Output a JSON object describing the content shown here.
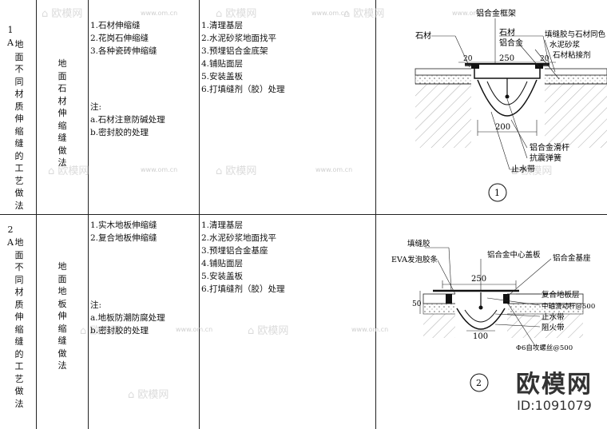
{
  "section_1": {
    "code": "1A",
    "title": "地面不同材质伸缩缝的工艺做法",
    "name": "地面石材伸缩缝做法",
    "materials": [
      "1.石材伸缩缝",
      "2.花岗石伸缩缝",
      "3.各种瓷砖伸缩缝"
    ],
    "notes_label": "注:",
    "notes": [
      "a.石材注意防碱处理",
      "b.密封胶的处理"
    ],
    "steps": [
      "1.清理基层",
      "2.水泥砂浆地面找平",
      "3.预埋铝合金底架",
      "4.铺贴面层",
      "5.安装盖板",
      "6.打填缝剂（胶）处理"
    ],
    "drawing": {
      "labels": {
        "stone_left": "石材",
        "frame": "铝合金框架",
        "stone": "石材",
        "alu": "铝合金",
        "caulk": "填缝胶与石材同色",
        "mortar": "水泥砂浆",
        "adhesive": "石材粘接剂",
        "slide": "铝合金滑杆",
        "antiseismic": "抗震弹簧",
        "waterstop": "止水带"
      },
      "dims": {
        "d20a": "20",
        "d250": "250",
        "d20b": "20",
        "d200": "200"
      },
      "number": "1"
    }
  },
  "section_2": {
    "code": "2A",
    "title": "地面不同材质伸缩缝的工艺做法",
    "name": "地面地板伸缩缝做法",
    "materials": [
      "1.实木地板伸缩缝",
      "2.复合地板伸缩缝"
    ],
    "notes_label": "注:",
    "notes": [
      "a.地板防潮防腐处理",
      "b.密封胶的处理"
    ],
    "steps": [
      "1.清理基层",
      "2.水泥砂浆地面找平",
      "3.预埋铝合金基座",
      "4.铺贴面层",
      "5.安装盖板",
      "6.打填缝剂（胶）处理"
    ],
    "drawing": {
      "labels": {
        "caulk": "填缝胶",
        "eva": "EVA发泡胶条",
        "cover": "铝合金中心盖板",
        "base": "铝合金基座",
        "floor": "复合地板层",
        "slide": "中轴滑动杆@500",
        "waterstop": "止水带",
        "fire": "阻火带",
        "screw": "Φ6自攻螺丝@500"
      },
      "dims": {
        "d250": "250",
        "d50": "50",
        "d100": "100"
      },
      "number": "2"
    }
  },
  "watermark": {
    "brand": "欧模网",
    "url": "www.om.cn"
  },
  "brand_mark": {
    "logo": "欧模网",
    "id": "ID:1091079"
  }
}
